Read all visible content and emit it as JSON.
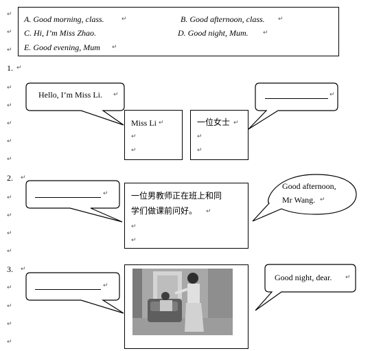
{
  "para_mark": "↵",
  "options": {
    "a": "A.  Good morning,  class.",
    "b": "B.  Good afternoon, class.",
    "c": "C.  Hi,  I’m Miss Zhao.",
    "d": "D.  Good night, Mum.",
    "e": "E.  Good evening, Mum"
  },
  "q1": {
    "number": "1.",
    "bubble_left": "Hello,  I’m Miss Li.",
    "box_left": "Miss Li",
    "box_right": "一位女士"
  },
  "q2": {
    "number": "2.",
    "box_line1": "一位男教师正在班上和同",
    "box_line2": "学们做课前问好。",
    "bubble_right_line1": "Good afternoon,",
    "bubble_right_line2": "Mr Wang."
  },
  "q3": {
    "number": "3.",
    "bubble_right": "Good night, dear."
  }
}
